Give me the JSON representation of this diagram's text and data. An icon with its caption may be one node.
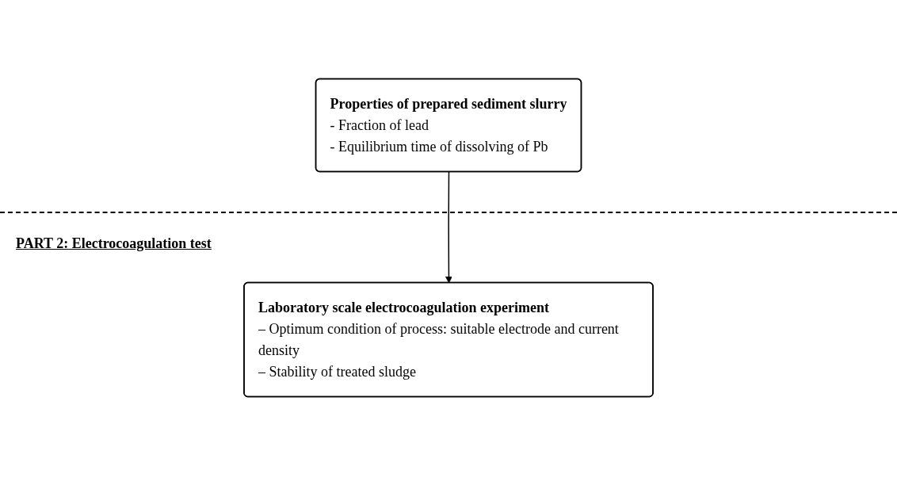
{
  "diagram": {
    "nodes": [
      {
        "text": [
          "Properties of prepared sediment slurry",
          "- Fraction of lead",
          "- Equilibrium time of dissolving of Pb"
        ]
      },
      {
        "text": [
          "Laboratory scale electrocoagulation experiment",
          "– Optimum condition of process: suitable electrode and current density",
          "– Stability of treated sludge"
        ]
      }
    ],
    "edges": [
      {
        "from": 0,
        "to": 1,
        "arrow": "to"
      }
    ],
    "labels": [
      "PART 2: Electrocoagulation test"
    ]
  }
}
